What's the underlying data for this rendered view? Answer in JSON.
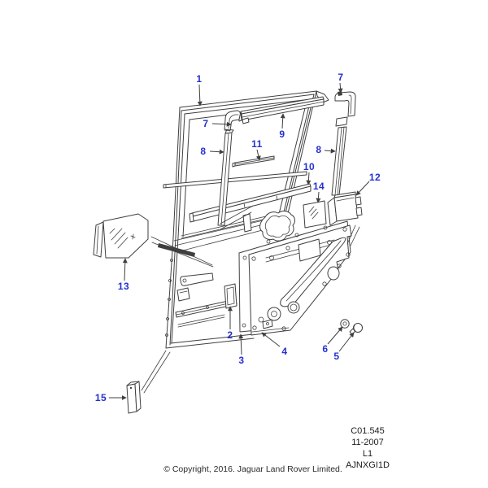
{
  "diagram": {
    "callouts": [
      {
        "label": "1"
      },
      {
        "label": "2"
      },
      {
        "label": "3"
      },
      {
        "label": "4"
      },
      {
        "label": "5"
      },
      {
        "label": "6"
      },
      {
        "label": "7"
      },
      {
        "label": "7"
      },
      {
        "label": "8"
      },
      {
        "label": "8"
      },
      {
        "label": "9"
      },
      {
        "label": "10"
      },
      {
        "label": "11"
      },
      {
        "label": "12"
      },
      {
        "label": "13"
      },
      {
        "label": "14"
      },
      {
        "label": "15"
      }
    ],
    "refs": {
      "lines": [
        "C01.545",
        "11-2007",
        "L1",
        "AJNXGI1D"
      ]
    },
    "footer": {
      "copyright": "© Copyright, 2016. Jaguar Land Rover Limited."
    },
    "colors": {
      "callout": "#2531cf",
      "line": "#3f3f3f",
      "paper": "#ffffff"
    }
  }
}
